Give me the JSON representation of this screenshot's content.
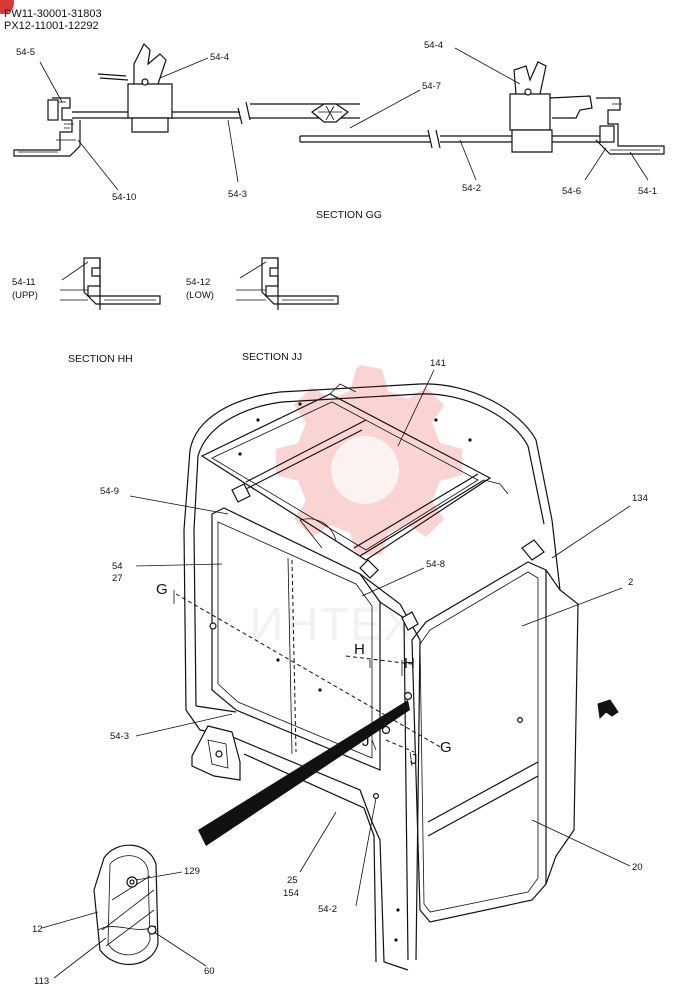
{
  "header": {
    "line1": "PW11-30001-31803",
    "line2": "PX12-11001-12292"
  },
  "sections": {
    "gg": "SECTION GG",
    "hh": "SECTION HH",
    "jj": "SECTION JJ"
  },
  "callouts": {
    "c54_5": "54-5",
    "c54_4_left": "54-4",
    "c54_4_right": "54-4",
    "c54_10": "54-10",
    "c54_3_top": "54-3",
    "c54_7": "54-7",
    "c54_2_top": "54-2",
    "c54_6": "54-6",
    "c54_1": "54-1",
    "c54_11": "54-11",
    "c54_11_sub": "(UPP)",
    "c54_12": "54-12",
    "c54_12_sub": "(LOW)",
    "c141": "141",
    "c134": "134",
    "c54_9": "54-9",
    "c54": "54",
    "c27": "27",
    "c54_8": "54-8",
    "c2": "2",
    "c54_3_bottom": "54-3",
    "c25": "25",
    "c154": "154",
    "c54_2_bottom": "54-2",
    "c20": "20",
    "c129": "129",
    "c12": "12",
    "c113": "113",
    "c60": "60"
  },
  "section_marks": {
    "g_left": "G",
    "g_right": "G",
    "h_left": "H",
    "h_right": "H",
    "j_left": "J",
    "j_right": "J"
  },
  "watermark": "ИНТЕХ",
  "colors": {
    "ink": "#111111",
    "watermark_gear": "#f4a0a0",
    "badge": "#d63a3a"
  }
}
